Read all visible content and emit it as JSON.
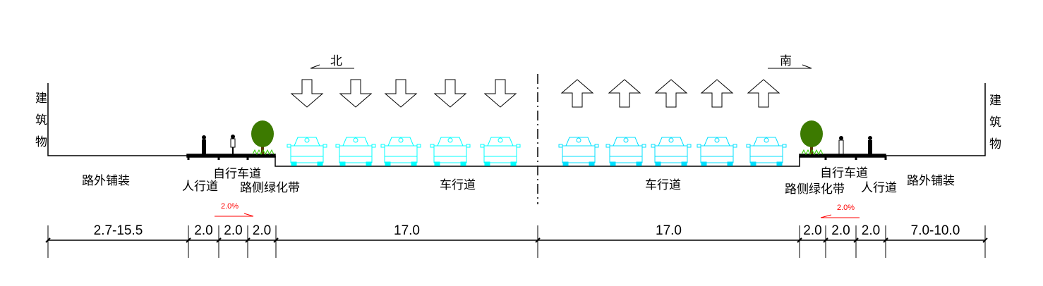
{
  "directions": {
    "north": "北",
    "south": "南"
  },
  "building_label": [
    "建",
    "筑",
    "物"
  ],
  "labels": {
    "off_road_paving": "路外铺装",
    "sidewalk": "人行道",
    "bike_lane": "自行车道",
    "roadside_green": "路侧绿化带",
    "carriageway": "车行道"
  },
  "slope": "2.0%",
  "dimensions": [
    "2.7-15.5",
    "2.0",
    "2.0",
    "2.0",
    "17.0",
    "17.0",
    "2.0",
    "2.0",
    "2.0",
    "7.0-10.0"
  ],
  "colors": {
    "car": "#00ffff",
    "tree": "#3c7a00",
    "grass": "#33cc00",
    "slope": "#ff0000"
  },
  "lanes": {
    "southbound_count": 5,
    "northbound_count": 5
  }
}
